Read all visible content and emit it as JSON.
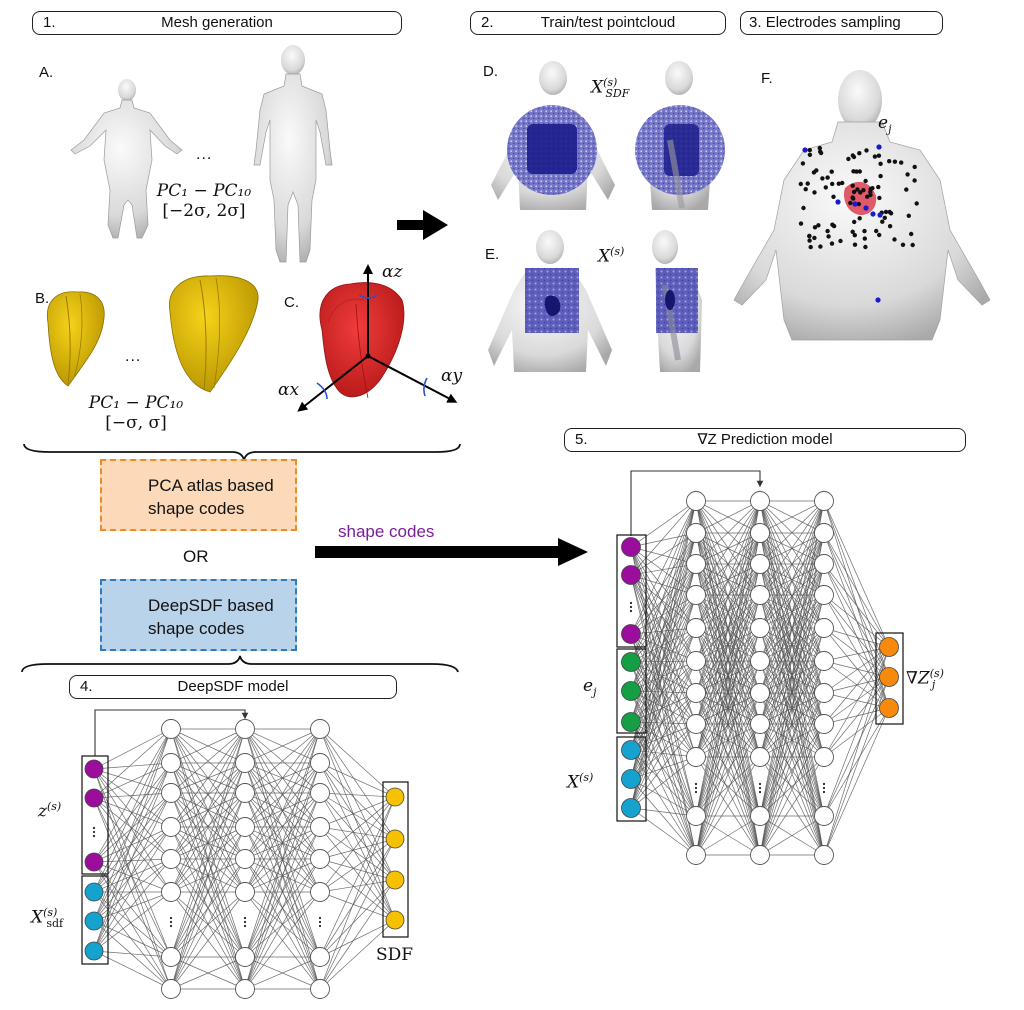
{
  "sections": {
    "s1": {
      "number": "1.",
      "title": "Mesh generation"
    },
    "s2": {
      "number": "2.",
      "title": "Train/test pointcloud"
    },
    "s3": {
      "number": "3.",
      "title": "Electrodes sampling"
    },
    "s4": {
      "number": "4.",
      "title": "DeepSDF model"
    },
    "s5": {
      "number": "5.",
      "title": "∇Z Prediction model"
    }
  },
  "panels": {
    "A": {
      "label": "A.",
      "pc_range": "PC₁ − PC₁₀",
      "sigma_range": "[−2σ, 2σ]",
      "ellipsis": "..."
    },
    "B": {
      "label": "B.",
      "pc_range": "PC₁ − PC₁₀",
      "sigma_range": "[−σ, σ]",
      "ellipsis": "..."
    },
    "C": {
      "label": "C.",
      "axis_z": "αz",
      "axis_x": "αx",
      "axis_y": "αy"
    },
    "D": {
      "label": "D.",
      "symbol": "X",
      "sup": "(s)",
      "sub": "SDF"
    },
    "E": {
      "label": "E.",
      "symbol": "X",
      "sup": "(s)"
    },
    "F": {
      "label": "F.",
      "symbol": "e",
      "sub": "j"
    }
  },
  "shape_code_options": {
    "pca": {
      "line1": "PCA atlas based",
      "line2": "shape codes",
      "fill": "#fcd9b8",
      "border": "#f08a24"
    },
    "or": "OR",
    "deepsdf": {
      "line1": "DeepSDF based",
      "line2": "shape codes",
      "fill": "#b9d3ea",
      "border": "#2f7bbf"
    },
    "arrow_label": "shape codes",
    "arrow_label_color": "#7a1f9a"
  },
  "deepsdf_model": {
    "input_z_label": {
      "symbol": "z",
      "sup": "(s)"
    },
    "input_x_label": {
      "symbol": "X",
      "sup": "(s)",
      "sub": "sdf"
    },
    "output_label": "SDF",
    "colors": {
      "latent": "#9b0d9d",
      "coords": "#15a2cf",
      "output": "#f5c100"
    }
  },
  "gradz_model": {
    "input_e_label": {
      "symbol": "e",
      "sub": "j"
    },
    "input_x_label": {
      "symbol": "X",
      "sup": "(s)"
    },
    "output_label": {
      "symbol": "∇Z",
      "sup": "(s)",
      "sub": "j"
    },
    "colors": {
      "latent": "#9b0d9d",
      "electrode": "#159e44",
      "coords": "#15a2cf",
      "output": "#f7890c"
    }
  },
  "colors": {
    "pointcloud": "#1b1b96",
    "electrode_black": "#111111",
    "electrode_blue": "#1a1ad0",
    "heart_red": "#e0161a",
    "heart_pink": "#e05a6a",
    "heart_yellow": "#e8c100",
    "body_gray": "#d8d8d8",
    "edge_gray": "#555555"
  }
}
